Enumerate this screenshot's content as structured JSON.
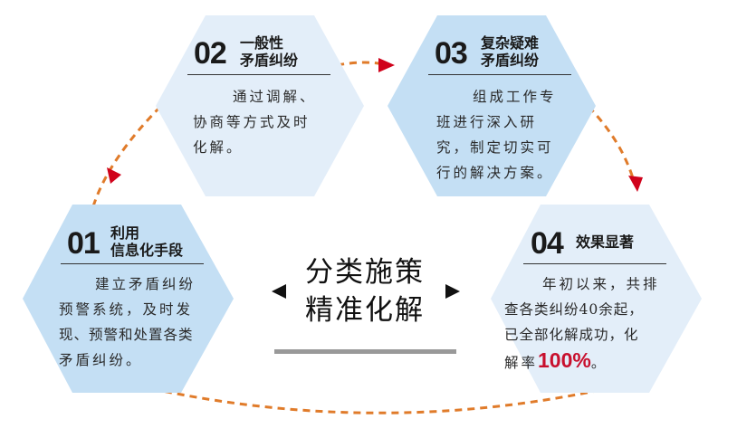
{
  "colors": {
    "hex_light": "#e3eef9",
    "hex_blue": "#c4dff4",
    "dash": "#e07b2a",
    "arrow_red": "#d0021b",
    "highlight": "#c8102e"
  },
  "center": {
    "line1": "分类施策",
    "line2": "精准化解"
  },
  "steps": [
    {
      "num": "01",
      "title1": "利用",
      "title2": "信息化手段",
      "lines": [
        "建立矛盾纠纷",
        "预警系统，及时发",
        "现、预警和处置各类",
        "矛盾纠纷。"
      ]
    },
    {
      "num": "02",
      "title1": "一般性",
      "title2": "矛盾纠纷",
      "lines": [
        "通过调解、",
        "协商等方式及时",
        "化解。"
      ]
    },
    {
      "num": "03",
      "title1": "复杂疑难",
      "title2": "矛盾纠纷",
      "lines": [
        "组成工作专",
        "班进行深入研",
        "究，制定切实可",
        "行的解决方案。"
      ]
    },
    {
      "num": "04",
      "title1": "效果显著",
      "title2": "",
      "lines": [
        "年初以来，共排",
        "查各类纠纷40余起，",
        "已全部化解成功，化"
      ],
      "last_prefix": "解率",
      "last_pct": "100%",
      "last_suffix": "。"
    }
  ]
}
